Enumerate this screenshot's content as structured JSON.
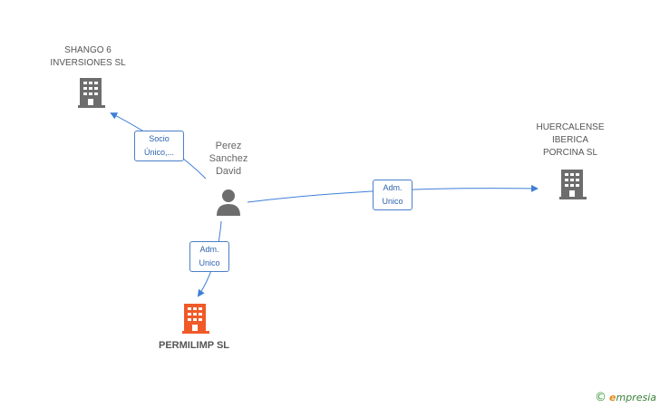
{
  "nodes": {
    "shango": {
      "label_line1": "SHANGO 6",
      "label_line2": "INVERSIONES SL",
      "icon": "building-icon",
      "color": "#6d6d6d"
    },
    "huercalense": {
      "label_line1": "HUERCALENSE",
      "label_line2": "IBERICA",
      "label_line3": "PORCINA SL",
      "icon": "building-icon",
      "color": "#6d6d6d"
    },
    "person": {
      "label_line1": "Perez",
      "label_line2": "Sanchez",
      "label_line3": "David",
      "icon": "person-icon",
      "color": "#6d6d6d"
    },
    "permilimp": {
      "label": "PERMILIMP SL",
      "icon": "building-icon",
      "color": "#f05a28"
    }
  },
  "edges": {
    "to_shango": {
      "label_line1": "Socio",
      "label_line2": "Único,..."
    },
    "to_huercalense": {
      "label_line1": "Adm.",
      "label_line2": "Unico"
    },
    "to_permilimp": {
      "label_line1": "Adm.",
      "label_line2": "Unico"
    }
  },
  "edge_color": "#3f7fd6",
  "watermark": {
    "copyright": "©",
    "brand_initial": "e",
    "brand_rest": "mpresia"
  }
}
